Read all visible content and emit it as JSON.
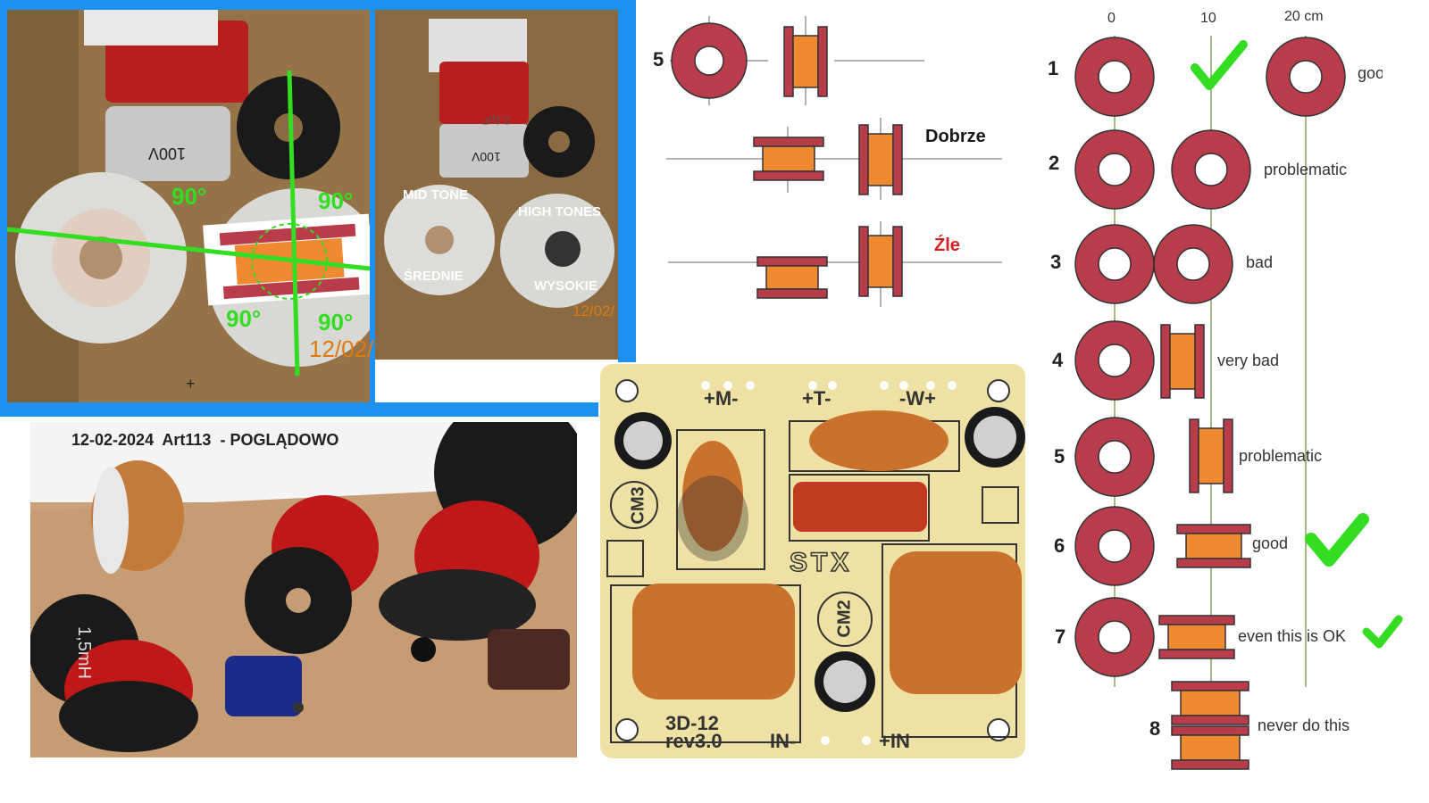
{
  "photo_top_left": {
    "angle_labels": [
      "90°",
      "90°",
      "90°",
      "90°"
    ],
    "date_stamp": "12/02/"
  },
  "photo_top_right": {
    "mid_label": "MID TONE",
    "mid_label_pl": "ŚREDNIE",
    "high_label": "HIGH TONES",
    "high_label_pl": "WYSOKIE",
    "date_stamp": "12/02/",
    "cap_label_1": "2,2μF",
    "cap_label_2": "100V"
  },
  "photo_bottom_left": {
    "caption": "12-02-2024  Art113  - POGLĄDOWO",
    "inductor_label": "1,5mH"
  },
  "pcb": {
    "top_labels": [
      "+M-",
      "+T-",
      "-W+"
    ],
    "left_label": "CM3",
    "center_label": "CM2",
    "brand": "STX",
    "model": "3D-12",
    "revision": "rev3.0",
    "in_minus": "IN-",
    "in_plus": "+IN"
  },
  "middle_diagram": {
    "row_number": "5",
    "good_label": "Dobrze",
    "bad_label": "Źle",
    "colors": {
      "good": "#1a1a1a",
      "bad": "#d42020"
    }
  },
  "right_diagram": {
    "scale_labels": [
      "0",
      "10",
      "20 cm"
    ],
    "rows": [
      {
        "num": "1",
        "label": "goo"
      },
      {
        "num": "2",
        "label": "problematic"
      },
      {
        "num": "3",
        "label": "bad"
      },
      {
        "num": "4",
        "label": "very bad"
      },
      {
        "num": "5",
        "label": "problematic"
      },
      {
        "num": "6",
        "label": "good"
      },
      {
        "num": "7",
        "label": "even this is OK"
      },
      {
        "num": "8",
        "label": "never do this"
      }
    ],
    "colors": {
      "coil": "#b83c4a",
      "core": "#f08a30",
      "check": "#33dd22"
    }
  }
}
